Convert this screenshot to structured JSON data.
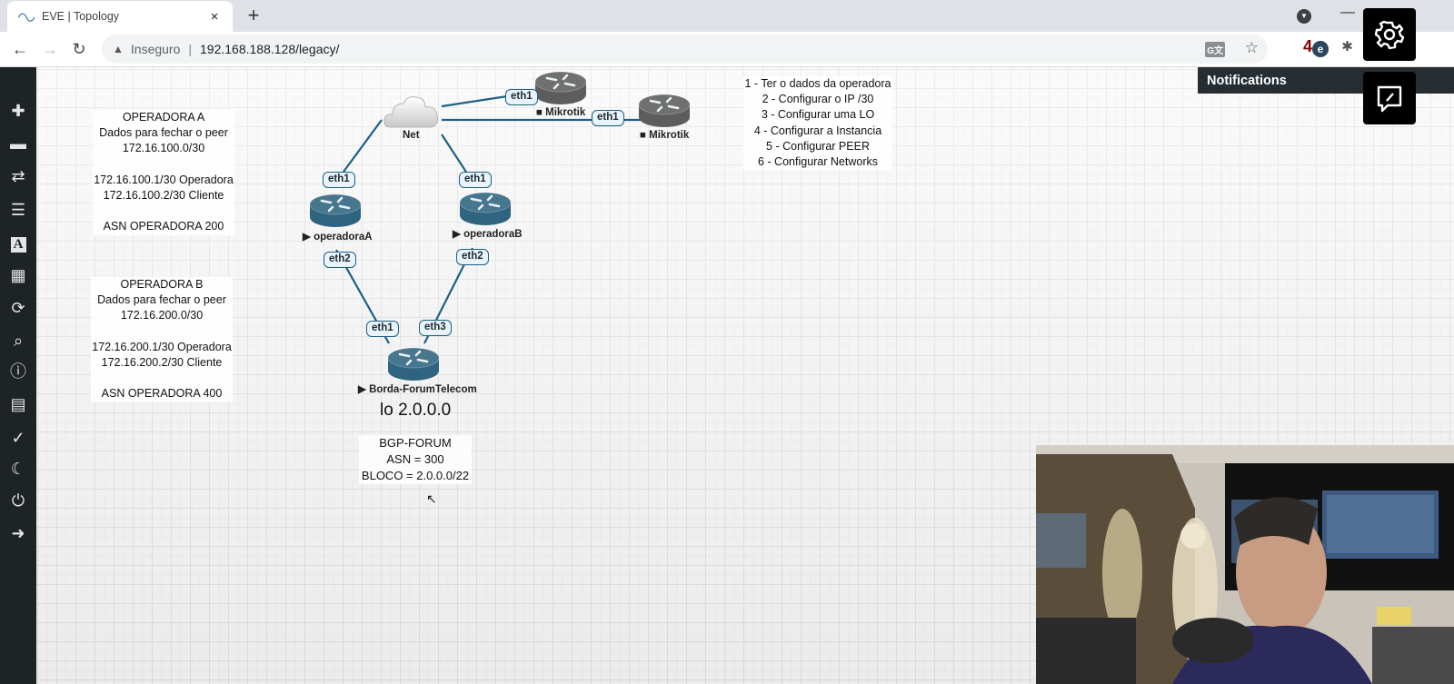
{
  "browser": {
    "tab_title": "EVE | Topology",
    "tab_close": "×",
    "new_tab": "+",
    "security_label": "Inseguro",
    "url": "192.168.188.128/legacy/",
    "extension_badge": "4"
  },
  "sidebar": {
    "items": [
      {
        "name": "add-object",
        "icon": "plus-icon",
        "glyph": "✚"
      },
      {
        "name": "nodes",
        "icon": "hard-drive-icon",
        "glyph": "▬"
      },
      {
        "name": "networks",
        "icon": "exchange-icon",
        "glyph": "⇄"
      },
      {
        "name": "startup-configs",
        "icon": "align-left-icon",
        "glyph": "☰"
      },
      {
        "name": "text-objects",
        "icon": "font-icon",
        "glyph": "A"
      },
      {
        "name": "grid-view",
        "icon": "th-icon",
        "glyph": "▦"
      },
      {
        "name": "refresh",
        "icon": "refresh-icon",
        "glyph": "⟳"
      },
      {
        "name": "zoom",
        "icon": "search-plus-icon",
        "glyph": "⌕"
      },
      {
        "name": "lab-details",
        "icon": "info-icon",
        "glyph": "ⓘ"
      },
      {
        "name": "lab-list",
        "icon": "list-alt-icon",
        "glyph": "▤"
      },
      {
        "name": "lock-lab",
        "icon": "check-circle-icon",
        "glyph": "✓"
      },
      {
        "name": "dark-mode",
        "icon": "moon-icon",
        "glyph": "☾"
      },
      {
        "name": "close-lab",
        "icon": "power-icon",
        "glyph": "⏻"
      },
      {
        "name": "logout",
        "icon": "sign-out-icon",
        "glyph": "➜"
      }
    ]
  },
  "notes": {
    "operadora_a": "OPERADORA A\nDados para fechar o peer\n172.16.100.0/30\n\n172.16.100.1/30 Operadora\n172.16.100.2/30 Cliente\n\nASN OPERADORA 200",
    "operadora_b": "OPERADORA B\nDados para fechar o peer\n172.16.200.0/30\n\n172.16.200.1/30 Operadora\n172.16.200.2/30 Cliente\n\nASN OPERADORA 400",
    "steps": "1 - Ter o dados da operadora\n2 - Configurar o IP /30\n3 - Configurar uma LO\n4 - Configurar a Instancia\n5 - Configurar PEER\n6 - Configurar Networks",
    "lo": "lo 2.0.0.0",
    "bgp": "BGP-FORUM\nASN = 300\nBLOCO = 2.0.0.0/22"
  },
  "topology": {
    "nodes": {
      "net": {
        "label": "Net",
        "type": "cloud"
      },
      "mikrotik1": {
        "label": "Mikrotik",
        "status": "stopped",
        "status_glyph": "■"
      },
      "mikrotik2": {
        "label": "Mikrotik",
        "status": "stopped",
        "status_glyph": "■"
      },
      "operadoraA": {
        "label": "operadoraA",
        "status": "running",
        "status_glyph": "▶"
      },
      "operadoraB": {
        "label": "operadoraB",
        "status": "running",
        "status_glyph": "▶"
      },
      "borda": {
        "label": "Borda-ForumTelecom",
        "status": "running",
        "status_glyph": "▶"
      }
    },
    "interfaces": {
      "mk1_eth1": "eth1",
      "mk2_eth1": "eth1",
      "opA_eth1": "eth1",
      "opB_eth1": "eth1",
      "opA_eth2": "eth2",
      "opB_eth2": "eth2",
      "borda_eth1": "eth1",
      "borda_eth3": "eth3"
    },
    "router_color_running": "#2e6480",
    "router_color_stopped": "#5d5d5d",
    "link_color": "#1f5f86"
  },
  "notifications": {
    "title": "Notifications"
  },
  "floating": {
    "settings": "gear-icon",
    "feedback": "comment-edit-icon"
  }
}
